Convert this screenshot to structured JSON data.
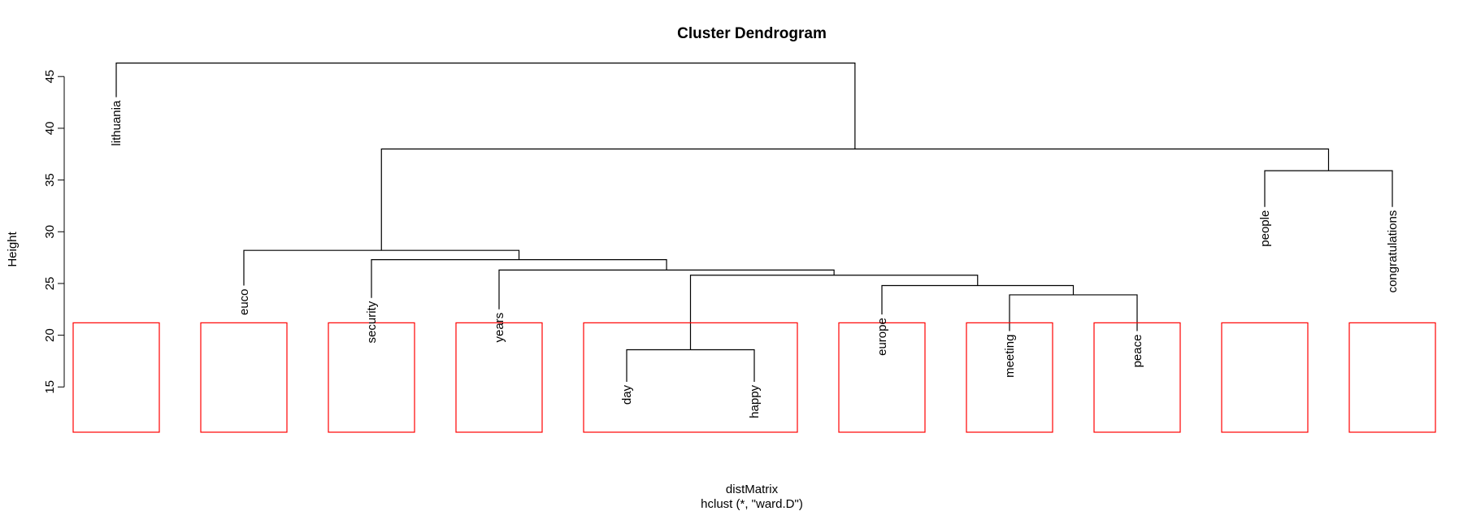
{
  "chart_data": {
    "type": "dendrogram",
    "title": "Cluster Dendrogram",
    "ylabel": "Height",
    "xlabel": "distMatrix",
    "subtitle": "hclust (*, \"ward.D\")",
    "ylim": [
      10,
      48
    ],
    "yticks": [
      15,
      20,
      25,
      30,
      35,
      40,
      45
    ],
    "line_color": "#000000",
    "rect_color": "#ff0000",
    "rect_height": 21.2,
    "leaves": [
      {
        "label": "lithuania",
        "height": 43.0
      },
      {
        "label": "euco",
        "height": 24.8
      },
      {
        "label": "security",
        "height": 23.6
      },
      {
        "label": "years",
        "height": 22.5
      },
      {
        "label": "day",
        "height": 15.5
      },
      {
        "label": "happy",
        "height": 15.5
      },
      {
        "label": "europe",
        "height": 22.0
      },
      {
        "label": "meeting",
        "height": 20.4
      },
      {
        "label": "peace",
        "height": 20.4
      },
      {
        "label": "people",
        "height": 32.4
      },
      {
        "label": "congratulations",
        "height": 32.4
      }
    ],
    "merges": [
      {
        "left": 5,
        "right": 6,
        "height": 18.6
      },
      {
        "left": 8,
        "right": 9,
        "height": 23.9
      },
      {
        "left": 7,
        "right": -2,
        "height": 24.8
      },
      {
        "left": -1,
        "right": -3,
        "height": 25.8
      },
      {
        "left": 4,
        "right": -4,
        "height": 26.3
      },
      {
        "left": 3,
        "right": -5,
        "height": 27.3
      },
      {
        "left": 2,
        "right": -6,
        "height": 28.2
      },
      {
        "left": 10,
        "right": 11,
        "height": 35.9
      },
      {
        "left": -7,
        "right": -8,
        "height": 38.0
      },
      {
        "left": 1,
        "right": -9,
        "height": 46.3
      }
    ],
    "clusters": [
      {
        "from": 1,
        "to": 1
      },
      {
        "from": 2,
        "to": 2
      },
      {
        "from": 3,
        "to": 3
      },
      {
        "from": 4,
        "to": 4
      },
      {
        "from": 5,
        "to": 6
      },
      {
        "from": 7,
        "to": 7
      },
      {
        "from": 8,
        "to": 8
      },
      {
        "from": 9,
        "to": 9
      },
      {
        "from": 10,
        "to": 10
      },
      {
        "from": 11,
        "to": 11
      }
    ]
  }
}
